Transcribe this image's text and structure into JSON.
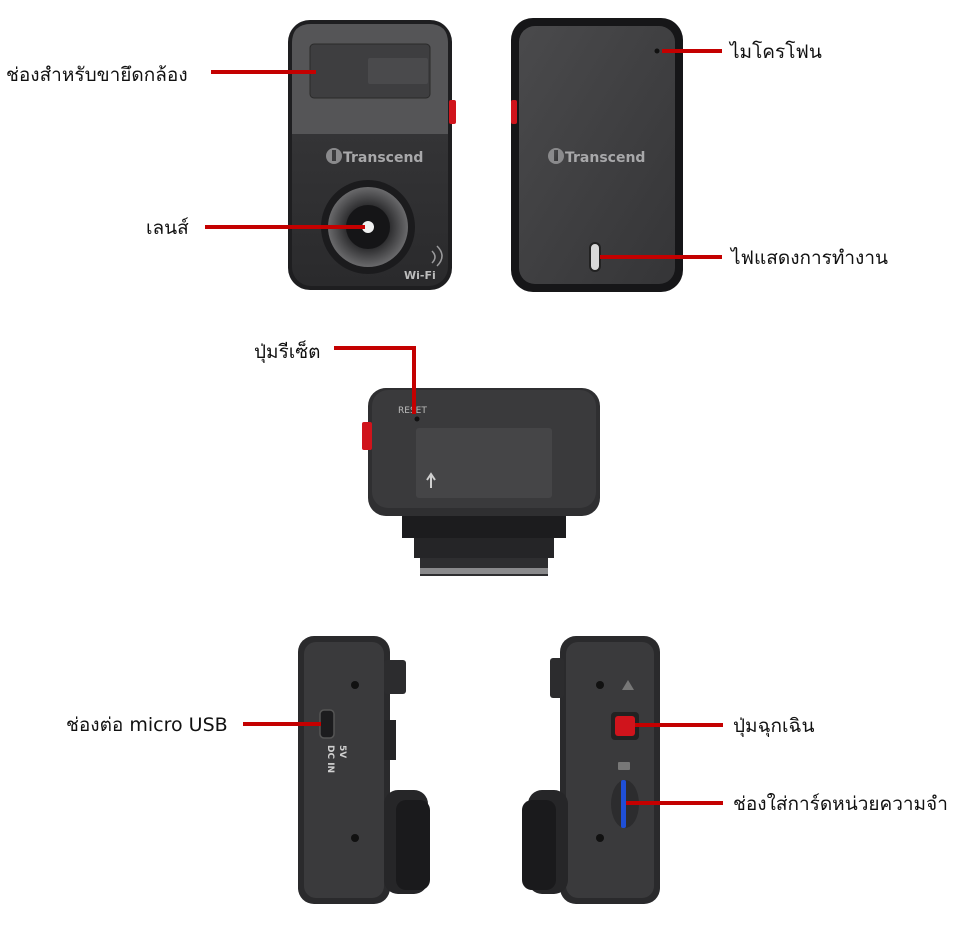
{
  "labels": {
    "mount_slot": "ช่องสำหรับขายึดกล้อง",
    "lens": "เลนส์",
    "microphone": "ไมโครโฟน",
    "status_led": "ไฟแสดงการทำงาน",
    "reset_button": "ปุ่มรีเซ็ต",
    "micro_usb": "ช่องต่อ micro USB",
    "emergency_button": "ปุ่มฉุกเฉิน",
    "card_slot": "ช่องใส่การ์ดหน่วยความจำ"
  },
  "device": {
    "brand": "Transcend",
    "wifi_mark": "Wi-Fi",
    "reset_text": "RESET",
    "port_text_1": "5V",
    "port_text_2": "DC IN"
  },
  "colors": {
    "leader": "#c40000",
    "body_dark": "#2c2c2e",
    "body_mid": "#3a3a3c",
    "accent_red": "#d0141c",
    "card_blue": "#1f4fd6"
  }
}
